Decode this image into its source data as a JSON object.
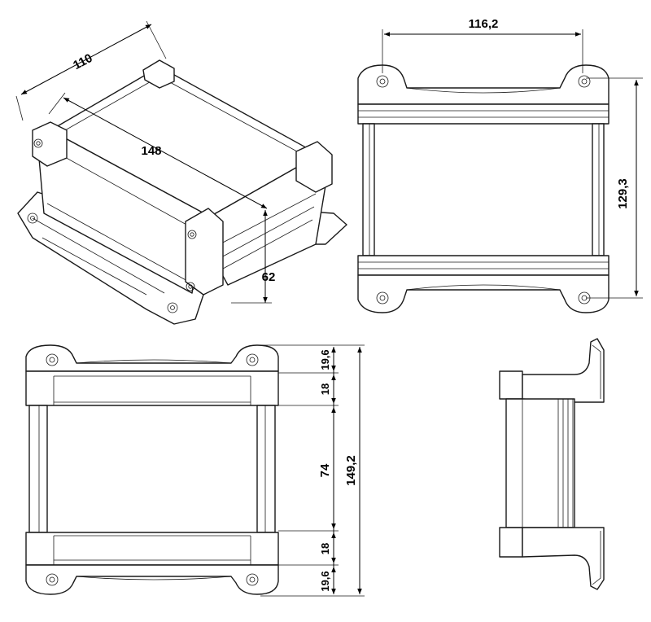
{
  "dimensions": {
    "iso_width": "110",
    "iso_length": "148",
    "iso_height": "62",
    "top_width": "116,2",
    "top_height": "129,3",
    "bottom_flange_top": "19,6",
    "bottom_rail_top": "18",
    "bottom_opening": "74",
    "bottom_rail_bottom": "18",
    "bottom_flange_bottom": "19,6",
    "bottom_total": "149,2"
  }
}
